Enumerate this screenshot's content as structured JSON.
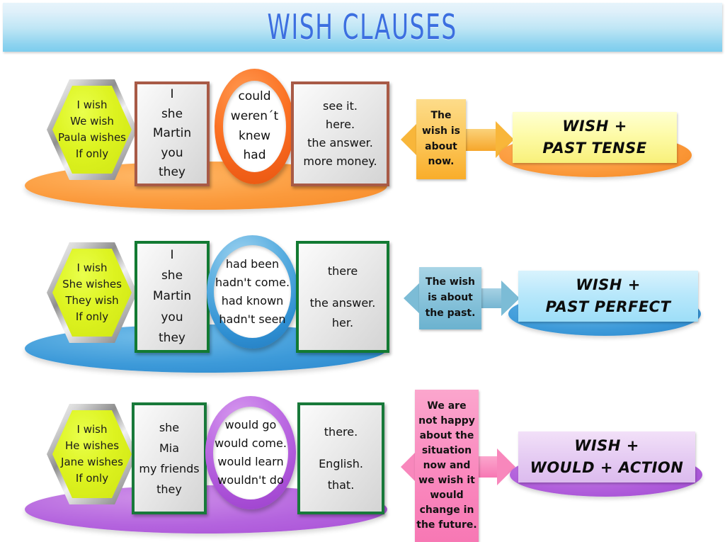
{
  "title": "WISH CLAUSES",
  "colors": {
    "title_text": "#3c6fe0",
    "title_bar": "#bfe6f5",
    "row1_accent": "#f68a28",
    "row2_accent": "#2a87cd",
    "row3_accent": "#a94fd6",
    "hexagon_fill": "#ddf320",
    "row1_box_border": "#a85a46",
    "row2_box_border": "#127a32",
    "row3_box_border": "#18793a",
    "explain1": "#fcc95e",
    "explain2": "#8cc5dc",
    "explain3": "#fa8bbf",
    "banner1": "#fdfba8",
    "banner2": "#b9e8fb",
    "banner3": "#e6cdf3"
  },
  "rows": [
    {
      "id": "present-wish",
      "hexagon": [
        "I wish",
        "We wish",
        "Paula wishes",
        "If only"
      ],
      "subject": [
        "I",
        "she",
        "Martin",
        "you",
        "they"
      ],
      "verb": [
        "could",
        "weren´t",
        "knew",
        "had"
      ],
      "complement": [
        "see it.",
        "here.",
        "the answer.",
        "more money."
      ],
      "explanation": [
        "The",
        "wish is",
        "about",
        "now."
      ],
      "formula": [
        "WISH +",
        "PAST TENSE"
      ]
    },
    {
      "id": "past-wish",
      "hexagon": [
        "I wish",
        "She wishes",
        "They wish",
        "If only"
      ],
      "subject": [
        "I",
        "she",
        "Martin",
        "you",
        "they"
      ],
      "verb": [
        "had been",
        "hadn't come.",
        "had known",
        "hadn't seen"
      ],
      "complement": [
        "there",
        "",
        "the answer.",
        "her."
      ],
      "explanation": [
        "The wish",
        "is about",
        "the past."
      ],
      "formula": [
        "WISH +",
        "PAST PERFECT"
      ]
    },
    {
      "id": "future-wish",
      "hexagon": [
        "I wish",
        "He wishes",
        "Jane wishes",
        "If only"
      ],
      "subject": [
        "she",
        "Mia",
        "my friends",
        "they"
      ],
      "verb": [
        "would go",
        "would come.",
        "would learn",
        "wouldn't do"
      ],
      "complement": [
        "there.",
        "",
        "English.",
        "that."
      ],
      "explanation": [
        "We are",
        "not happy",
        "about the",
        "situation",
        "now and",
        "we wish it",
        "would",
        "change in",
        "the future."
      ],
      "formula": [
        "WISH +",
        "WOULD + ACTION"
      ]
    }
  ]
}
